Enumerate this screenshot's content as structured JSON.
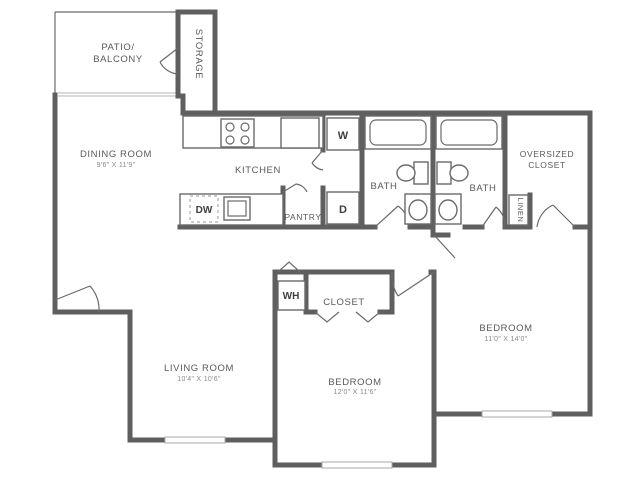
{
  "rooms": {
    "patio": {
      "label_line1": "PATIO/",
      "label_line2": "BALCONY"
    },
    "storage": {
      "label": "STORAGE"
    },
    "dining": {
      "label": "DINING ROOM",
      "dimensions": "9'6\" X 11'9\""
    },
    "kitchen": {
      "label": "KITCHEN"
    },
    "pantry": {
      "label": "PANTRY"
    },
    "bath_left": {
      "label": "BATH"
    },
    "bath_right": {
      "label": "BATH"
    },
    "oversized_closet": {
      "label_line1": "OVERSIZED",
      "label_line2": "CLOSET"
    },
    "linen": {
      "label": "LINEN"
    },
    "closet": {
      "label": "CLOSET"
    },
    "living": {
      "label": "LIVING ROOM",
      "dimensions": "10'4\" X 10'6\""
    },
    "bedroom_center": {
      "label": "BEDROOM",
      "dimensions": "12'0\" X 11'6\""
    },
    "bedroom_right": {
      "label": "BEDROOM",
      "dimensions": "11'0\" X 14'0\""
    }
  },
  "appliances": {
    "washer": "W",
    "dryer": "D",
    "dishwasher": "DW",
    "water_heater": "WH"
  },
  "colors": {
    "wall": "#5f5f5f",
    "fixture": "#6a6a6a",
    "text": "#5a5a5a",
    "background": "#ffffff"
  }
}
